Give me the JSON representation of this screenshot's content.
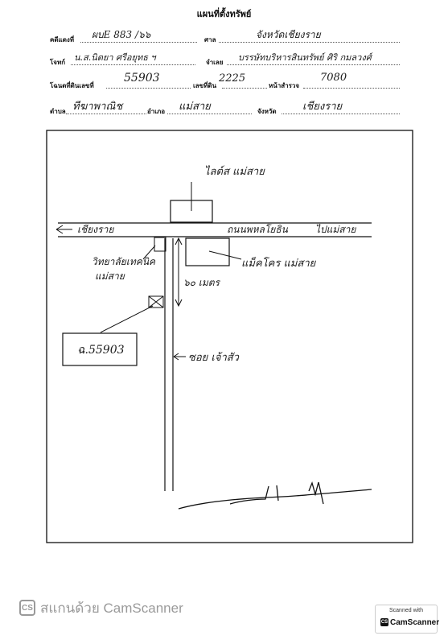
{
  "header": {
    "title": "แผนที่ตั้งทรัพย์",
    "case_label": "คดีแดงที่",
    "case_value": "ผบE 883 /๖๖",
    "court_label": "ศาล",
    "court_value": "จังหวัดเชียงราย",
    "plaintiff_label": "โจทก์",
    "plaintiff_value": "น.ส.นิตยา ศรีอยุทธ ฯ",
    "defendant_label": "จำเลย",
    "defendant_value": "บรรษัทบริหารสินทรัพย์ ศิริ กมลวงศ์",
    "deed_label": "โฉนดที่ดินเลขที่",
    "deed_value": "55903",
    "land_no_label": "เลขที่ดิน",
    "land_no_value": "2225",
    "survey_label": "หน้าสำรวจ",
    "survey_value": "7080",
    "subdistrict_label": "ตำบล",
    "subdistrict_value": "ทีฆาพาณิช",
    "district_label": "อำเภอ",
    "district_value": "แม่สาย",
    "province_label": "จังหวัด",
    "province_value": "เชียงราย"
  },
  "map": {
    "landmark_top": "ไลต์ส แม่สาย",
    "road_left": "เชียงราย",
    "road_name": "ถนนพหลโยธิน",
    "road_right": "ไปแม่สาย",
    "landmark_right": "แม็คโคร แม่สาย",
    "landmark_left_line1": "วิทยาลัยเทคนิค",
    "landmark_left_line2": "แม่สาย",
    "distance": "๖๐ เมตร",
    "parcel_label": "ฉ.55903",
    "soi_label": "ซอย เจ้าสัว"
  },
  "footer": {
    "scanner_left": "สแกนด้วย CamScanner",
    "scanner_logo": "CS",
    "badge_line1": "Scanned with",
    "badge_line2": "CamScanner"
  }
}
